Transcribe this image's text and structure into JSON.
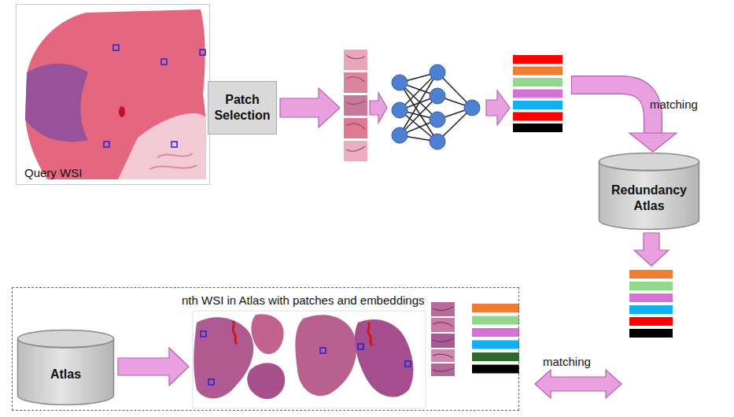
{
  "diagram": {
    "nodes": [
      {
        "text": [
          "Query WSI"
        ]
      },
      {
        "text": [
          "Patch Selection"
        ]
      },
      {
        "text": [
          "Redundancy Atlas"
        ]
      },
      {
        "text": [
          "nth WSI in Atlas with patches and embeddings"
        ]
      },
      {
        "text": [
          "Atlas"
        ],
        "in": 3
      }
    ],
    "labels": [
      "matching",
      "matching"
    ]
  }
}
